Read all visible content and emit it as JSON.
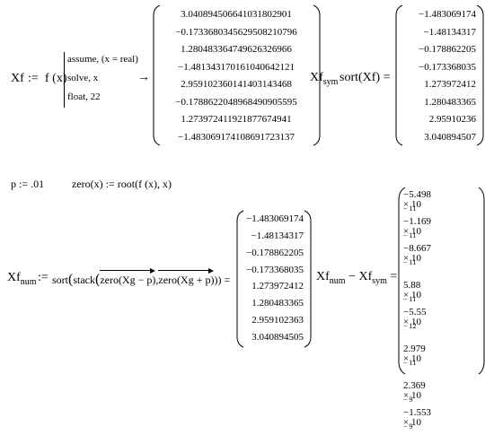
{
  "top": {
    "xf_label": "Xf",
    "assign_op": ":=",
    "f_of_x": "f (x)",
    "keywords": [
      "assume, (x = real)",
      "solve, x",
      "float, 22"
    ],
    "arrow": "→",
    "symbolic_results": [
      "3.040894506641031802901",
      "−0.1733680345629508210796",
      "1.280483364749626326966",
      "−1.481343170161040642121",
      "2.959102360141403143468",
      "−0.1788622048968490905595",
      "1.273972411921877674941",
      "−1.483069174108691723137"
    ],
    "xfsym_label": "Xf",
    "xfsym_sub": "sym",
    "sort_expr": "sort(Xf) =",
    "sorted_results": [
      "−1.483069174",
      "−1.48134317",
      "−0.178862205",
      "−0.173368035",
      "1.273972412",
      "1.280483365",
      "2.95910236",
      "3.040894507"
    ]
  },
  "mid": {
    "p_def": "p := .01",
    "zero_def": "zero(x) := root(f (x), x)"
  },
  "bottom": {
    "xfnum_label": "Xf",
    "xfnum_sub": "num",
    "assign_op": ":=",
    "sort_open": "sort",
    "stack_open": "stack",
    "arg1": "zero(Xg − p)",
    "comma": ",",
    "arg2": "zero(Xg + p)",
    "close_eq": ")) =",
    "num_results": [
      "−1.483069174",
      "−1.48134317",
      "−0.178862205",
      "−0.173368035",
      "1.273972412",
      "1.280483365",
      "2.959102363",
      "3.040894505"
    ],
    "diff_left": "Xf",
    "diff_left_sub": "num",
    "minus": "−",
    "diff_right": "Xf",
    "diff_right_sub": "sym",
    "equals": "=",
    "diff_mantissas": [
      "−5.498",
      "−1.169",
      "−8.667",
      "5.88",
      "−5.55",
      "2.979",
      "2.369",
      "−1.553"
    ],
    "times_ten": "× 10",
    "diff_exponents": [
      "− 11",
      "− 11",
      "− 11",
      "− 11",
      "− 12",
      "− 11",
      "− 9",
      "− 9"
    ]
  },
  "colors": {
    "text": "#000000",
    "background": "#ffffff"
  }
}
